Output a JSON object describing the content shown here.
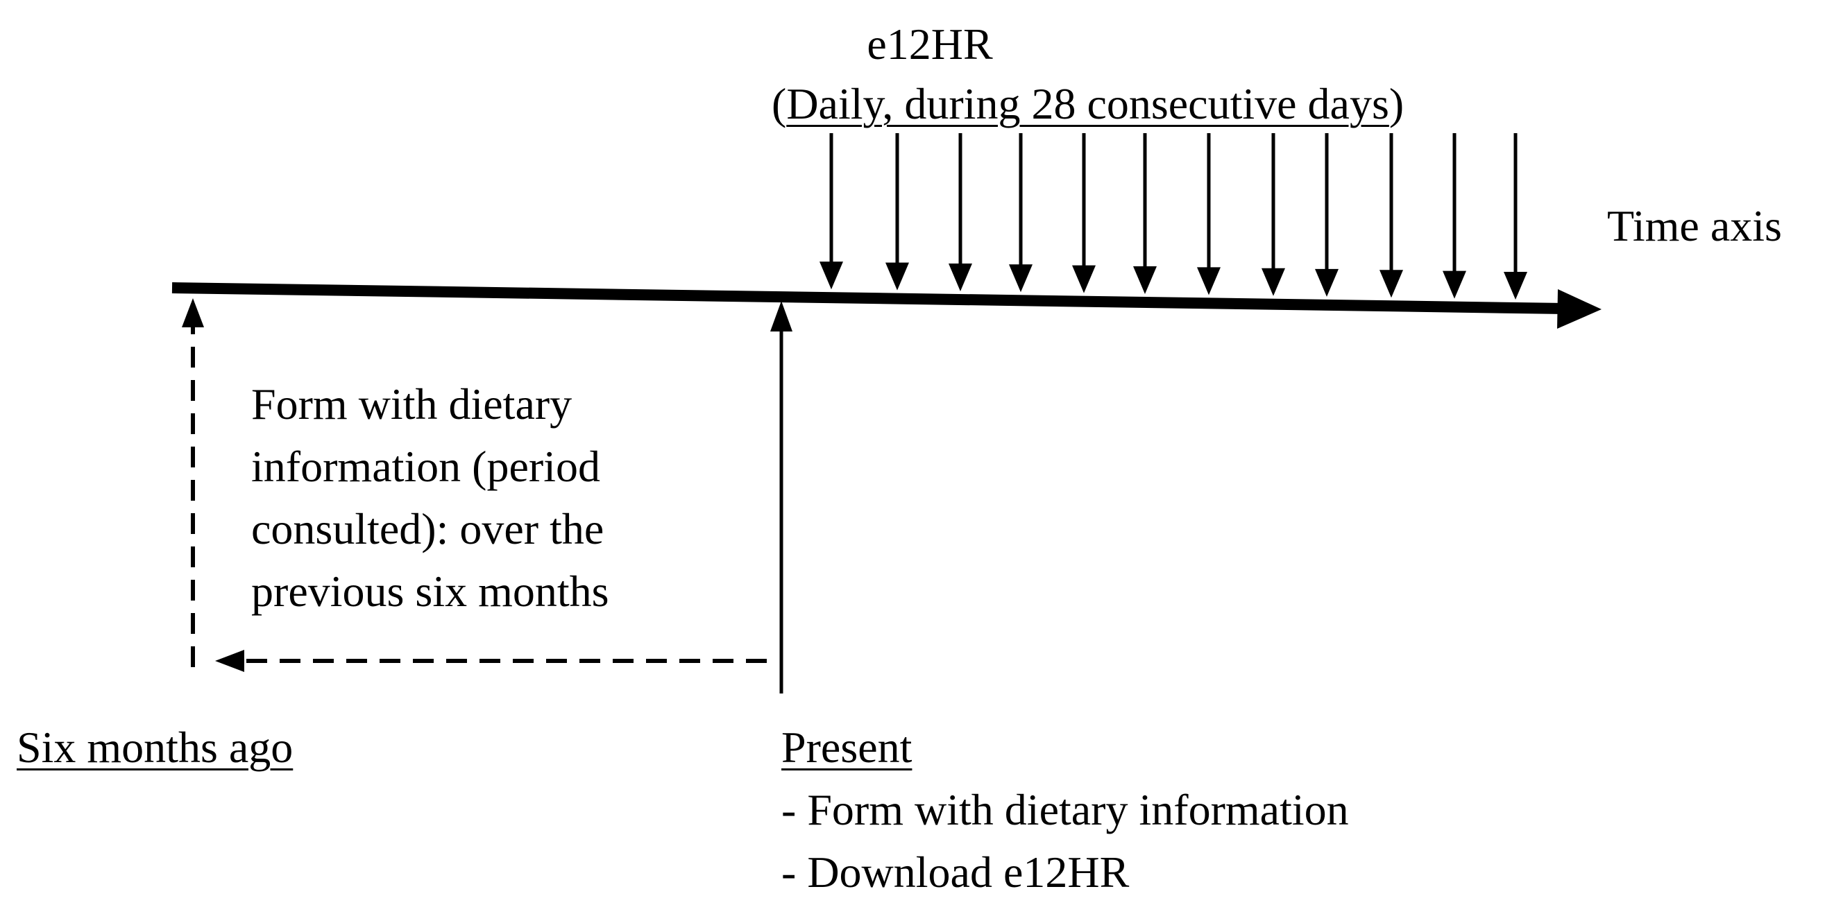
{
  "title": {
    "line1": "e12HR",
    "line2_open": "(",
    "line2_underlined": "Daily, during 28 consecutive days",
    "line2_close": ")"
  },
  "axis_label": "Time axis",
  "consult_note": [
    "Form with dietary",
    "information (period",
    "consulted): over the",
    "previous six months"
  ],
  "labels": {
    "six_months_ago": "Six months ago",
    "present": "Present",
    "present_items": [
      "- Form with dietary information",
      "- Download e12HR"
    ]
  },
  "daily_recall_arrows": 12,
  "colors": {
    "ink": "#000000",
    "background": "#ffffff"
  }
}
